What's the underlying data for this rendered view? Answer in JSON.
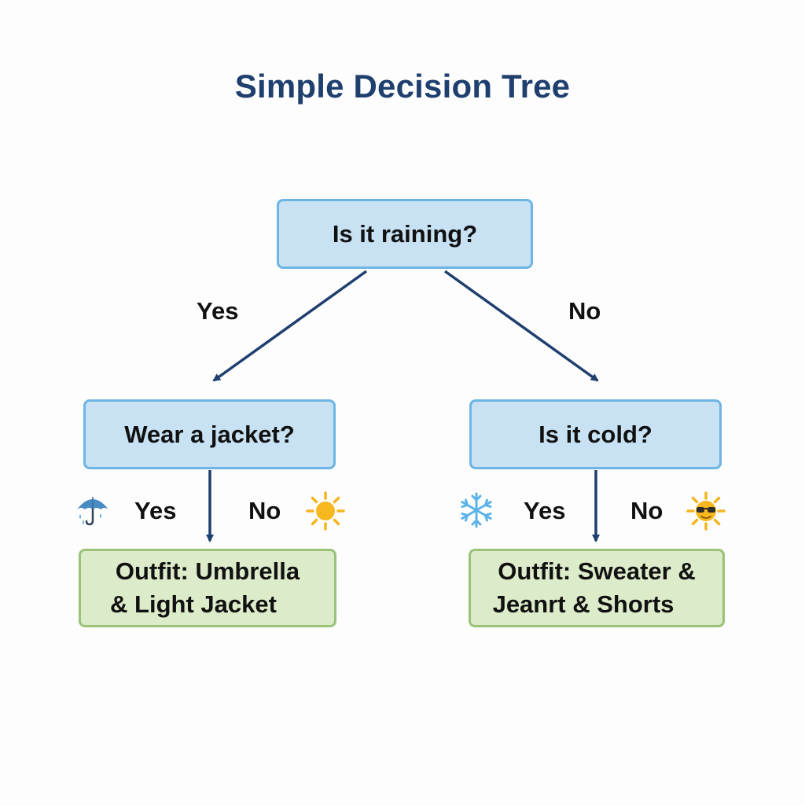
{
  "title": "Simple Decision Tree",
  "nodes": {
    "root": "Is it raining?",
    "left": "Wear a jacket?",
    "right": "Is it cold?",
    "left_outcome_line1": "Outfit: Umbrella",
    "left_outcome_line2": "& Light Jacket",
    "right_outcome_line1": "Outfit: Sweater &",
    "right_outcome_line2": "Jeanrt & Shorts"
  },
  "edge_labels": {
    "root_left": "Yes",
    "root_right": "No",
    "left_yes": "Yes",
    "left_no": "No",
    "right_yes": "Yes",
    "right_no": "No"
  },
  "icons": {
    "left_yes": "umbrella-icon",
    "left_no": "sun-icon",
    "right_yes": "snowflake-icon",
    "right_no": "sunglasses-sun-icon"
  },
  "colors": {
    "title": "#1f3f6e",
    "question_fill": "#c8e2f4",
    "question_border": "#6db5e4",
    "outcome_fill": "#dcebc9",
    "outcome_border": "#9cc27a",
    "arrow": "#1f3f6e",
    "sun": "#f5b51f",
    "snow": "#5bb3e8"
  }
}
